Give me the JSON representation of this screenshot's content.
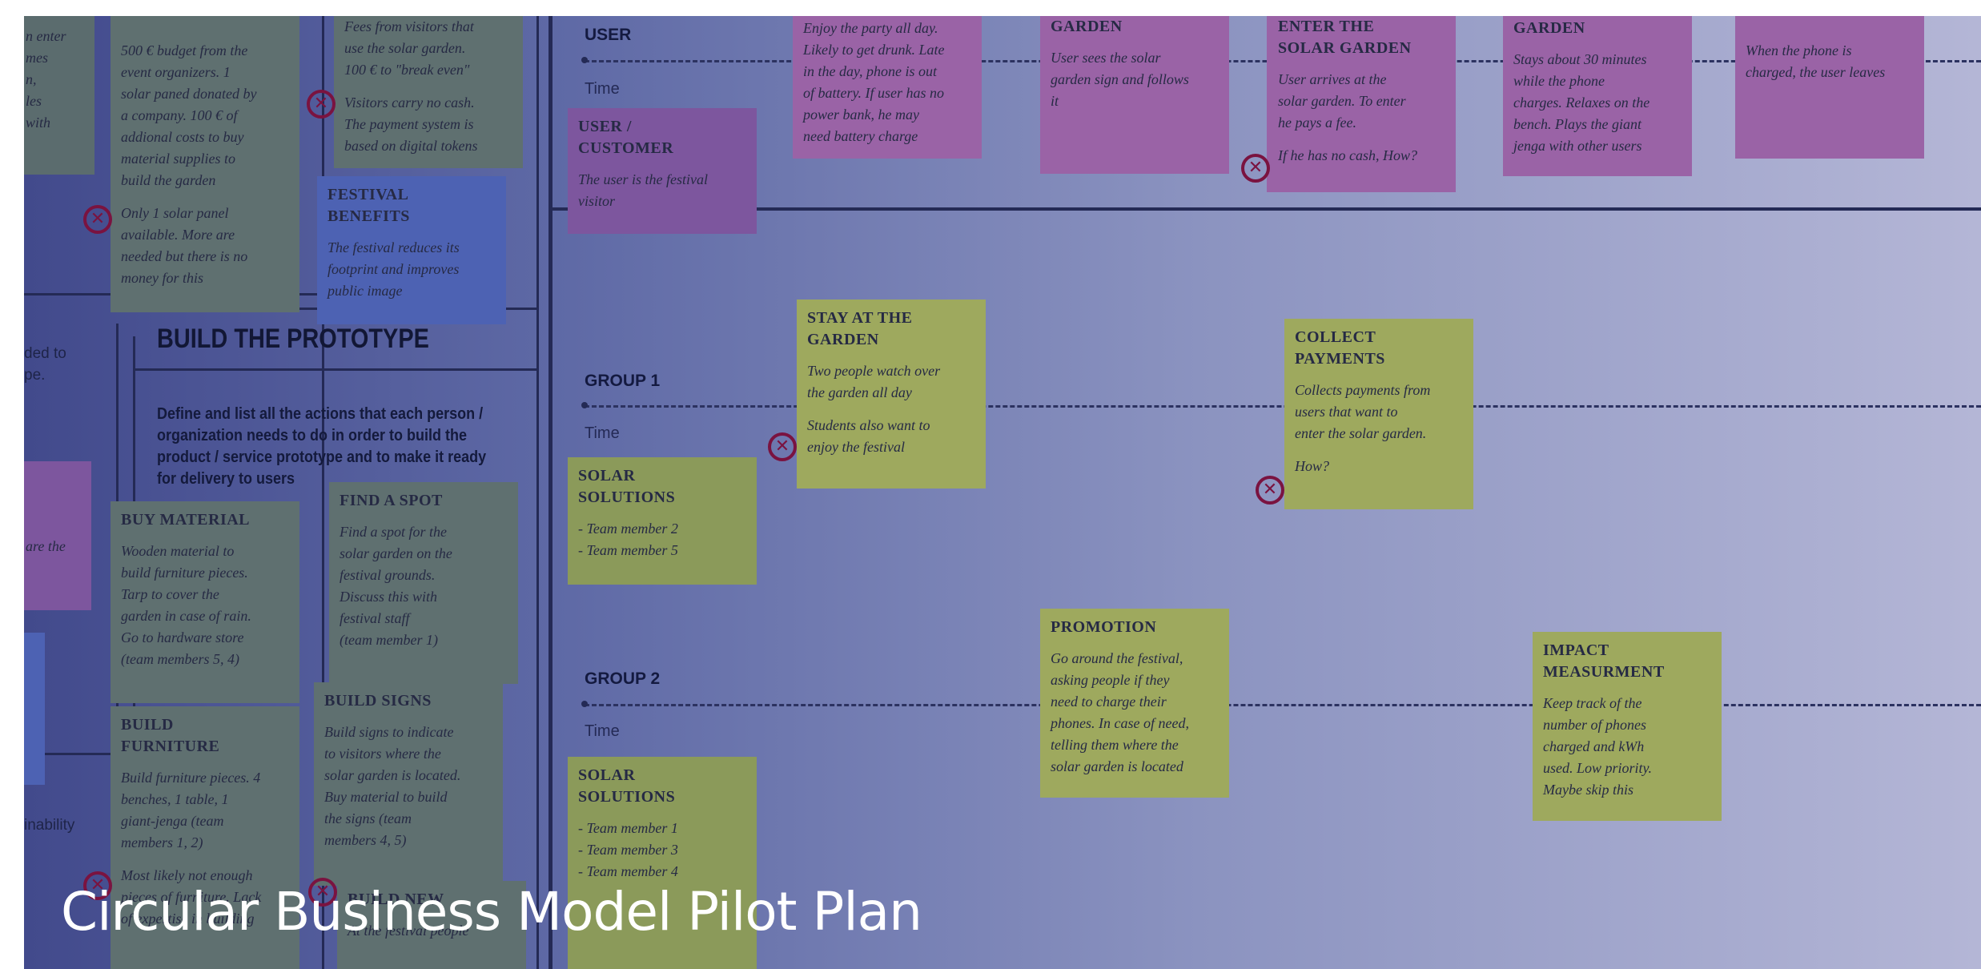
{
  "page_title": "Circular Business Model Pilot Plan",
  "lanes": {
    "user": "USER",
    "group1": "GROUP 1",
    "group2": "GROUP 2",
    "time": "Time"
  },
  "actors": {
    "user_customer": {
      "title": "USER /\nCUSTOMER",
      "body": "The user is the festival\nvisitor"
    },
    "solar1": {
      "title": "SOLAR\nSOLUTIONS",
      "body": "- Team member 2\n- Team member 5"
    },
    "solar2": {
      "title": "SOLAR\nSOLUTIONS",
      "body": "- Team member 1\n- Team member 3\n- Team member 4"
    }
  },
  "user_notes": {
    "party": "Enjoy the party all day.\nLikely to get drunk. Late\nin the day, phone is out\nof battery. If user has no\npower bank, he may\nneed battery charge",
    "find_garden": {
      "title": "GARDEN",
      "body": "User sees the solar\ngarden sign and follows\nit"
    },
    "enter_garden": {
      "title": "ENTER THE\nSOLAR GARDEN",
      "body": "User arrives at the\nsolar garden. To enter\nhe pays a fee.",
      "issue": "If he has no cash, How?"
    },
    "stay_garden": {
      "title": "GARDEN",
      "body": "Stays about 30 minutes\nwhile the phone\ncharges. Relaxes on the\nbench. Plays the giant\njenga with other users"
    },
    "leave": "When the phone is\ncharged, the user leaves"
  },
  "group1_notes": {
    "stay": {
      "title": "STAY AT THE\nGARDEN",
      "body": "Two people watch over\nthe garden all day",
      "issue": "Students also want to\nenjoy the festival"
    },
    "collect": {
      "title": "COLLECT\nPAYMENTS",
      "body": "Collects payments from\nusers that want to\nenter the solar garden.",
      "issue": "How?"
    }
  },
  "group2_notes": {
    "promotion": {
      "title": "PROMOTION",
      "body": "Go around the festival,\nasking people if they\nneed to charge their\nphones. In case of need,\ntelling them where the\nsolar garden is located"
    },
    "impact": {
      "title": "IMPACT\nMEASURMENT",
      "body": "Keep track of the\nnumber of phones\ncharged and kWh\nused. Low priority.\nMaybe skip this"
    }
  },
  "left_panel": {
    "frag_enter": "n enter\nmes\nn,\nles\nwith",
    "budget": "500 € budget from the\nevent organizers. 1\nsolar paned donated by\na company. 100 € of\naddional costs to buy\nmaterial supplies to\nbuild the garden",
    "budget_issue": "Only 1 solar panel\navailable. More are\nneeded but there is no\nmoney for this",
    "fees": "Fees from visitors that\nuse the solar garden.\n100 € to \"break even\"",
    "fees_issue": "Visitors carry no cash.\nThe payment system is\nbased on digital tokens",
    "benefits": {
      "title": "FESTIVAL\nBENEFITS",
      "body": "The festival reduces its\nfootprint and improves\npublic image"
    },
    "frag_ded": "ded to\npe.",
    "frag_are": "are the",
    "frag_inability": "inability",
    "prototype_title": "BUILD THE PROTOTYPE",
    "prototype_desc": "Define and list all the actions that each person /\norganization needs to do in order to build the\nproduct / service prototype and to make it ready\nfor delivery to users",
    "buy": {
      "title": "BUY MATERIAL",
      "body": "Wooden material to\nbuild furniture pieces.\nTarp to cover the\ngarden in case of rain.\nGo to hardware store\n(team members 5, 4)"
    },
    "spot": {
      "title": "FIND A SPOT",
      "body": "Find a spot for the\nsolar garden on the\nfestival grounds.\nDiscuss this with\nfestival staff\n(team member 1)"
    },
    "furniture": {
      "title": "BUILD\nFURNITURE",
      "body": "Build furniture pieces. 4\nbenches, 1 table, 1\ngiant-jenga (team\nmembers 1, 2)",
      "issue": "Most likely not enough\npieces of furniture. Lack\nof expertise in building"
    },
    "signs": {
      "title": "BUILD SIGNS",
      "body": "Build signs to indicate\nto visitors where the\nsolar garden is located.\nBuy material to build\nthe signs (team\nmembers 4, 5)"
    },
    "build_new": {
      "title": "BUILD NEW",
      "body": "At the festival people"
    }
  }
}
